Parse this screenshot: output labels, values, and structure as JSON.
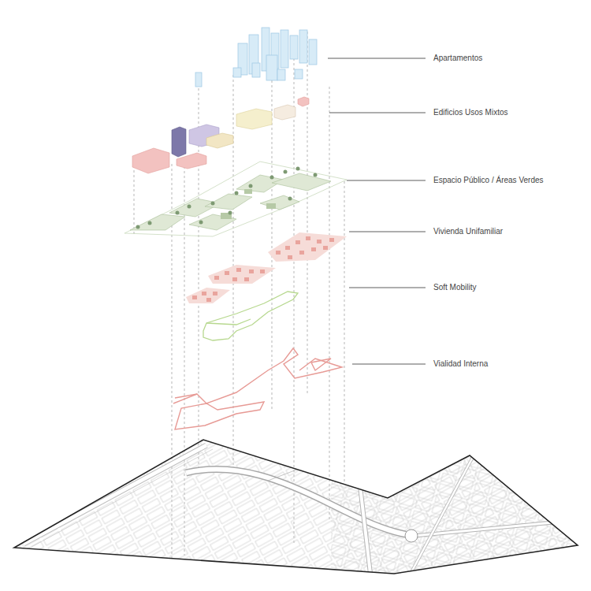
{
  "diagram": {
    "labels": [
      "Apartamentos",
      "Edificios Usos Mixtos",
      "Espacio Público / Áreas Verdes",
      "Vivienda Unifamiliar",
      "Soft Mobility",
      "Vialidad Interna"
    ]
  }
}
